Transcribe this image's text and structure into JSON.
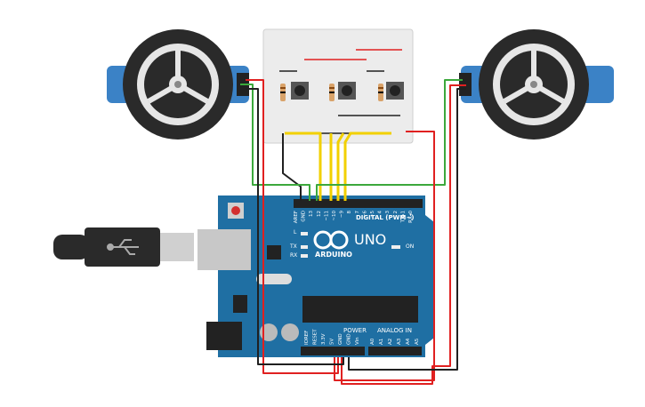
{
  "board": {
    "brand": "ARDUINO",
    "model": "UNO",
    "digital_label": "DIGITAL (PWM~)",
    "power_label": "POWER",
    "analog_label": "ANALOG IN",
    "on_label": "ON",
    "led_l": "L",
    "led_tx": "TX",
    "led_rx": "RX",
    "digital_pins": [
      "AREF",
      "GND",
      "13",
      "12",
      "~11",
      "~10",
      "~9",
      "8",
      "7",
      "~6",
      "~5",
      "4",
      "~3",
      "2",
      "TX▸1",
      "RX◂0"
    ],
    "power_pins": [
      "IOREF",
      "RESET",
      "3.3V",
      "5V",
      "GND",
      "GND",
      "Vin"
    ],
    "analog_pins": [
      "A0",
      "A1",
      "A2",
      "A3",
      "A4",
      "A5"
    ]
  },
  "colors": {
    "board": "#1f6fa3",
    "wire_red": "#e02020",
    "wire_black": "#202020",
    "wire_green": "#3ca83c",
    "wire_yellow": "#f2d000",
    "servo": "#3b82c6"
  },
  "icons": [
    "usb-icon",
    "arduino-infinity-logo"
  ]
}
